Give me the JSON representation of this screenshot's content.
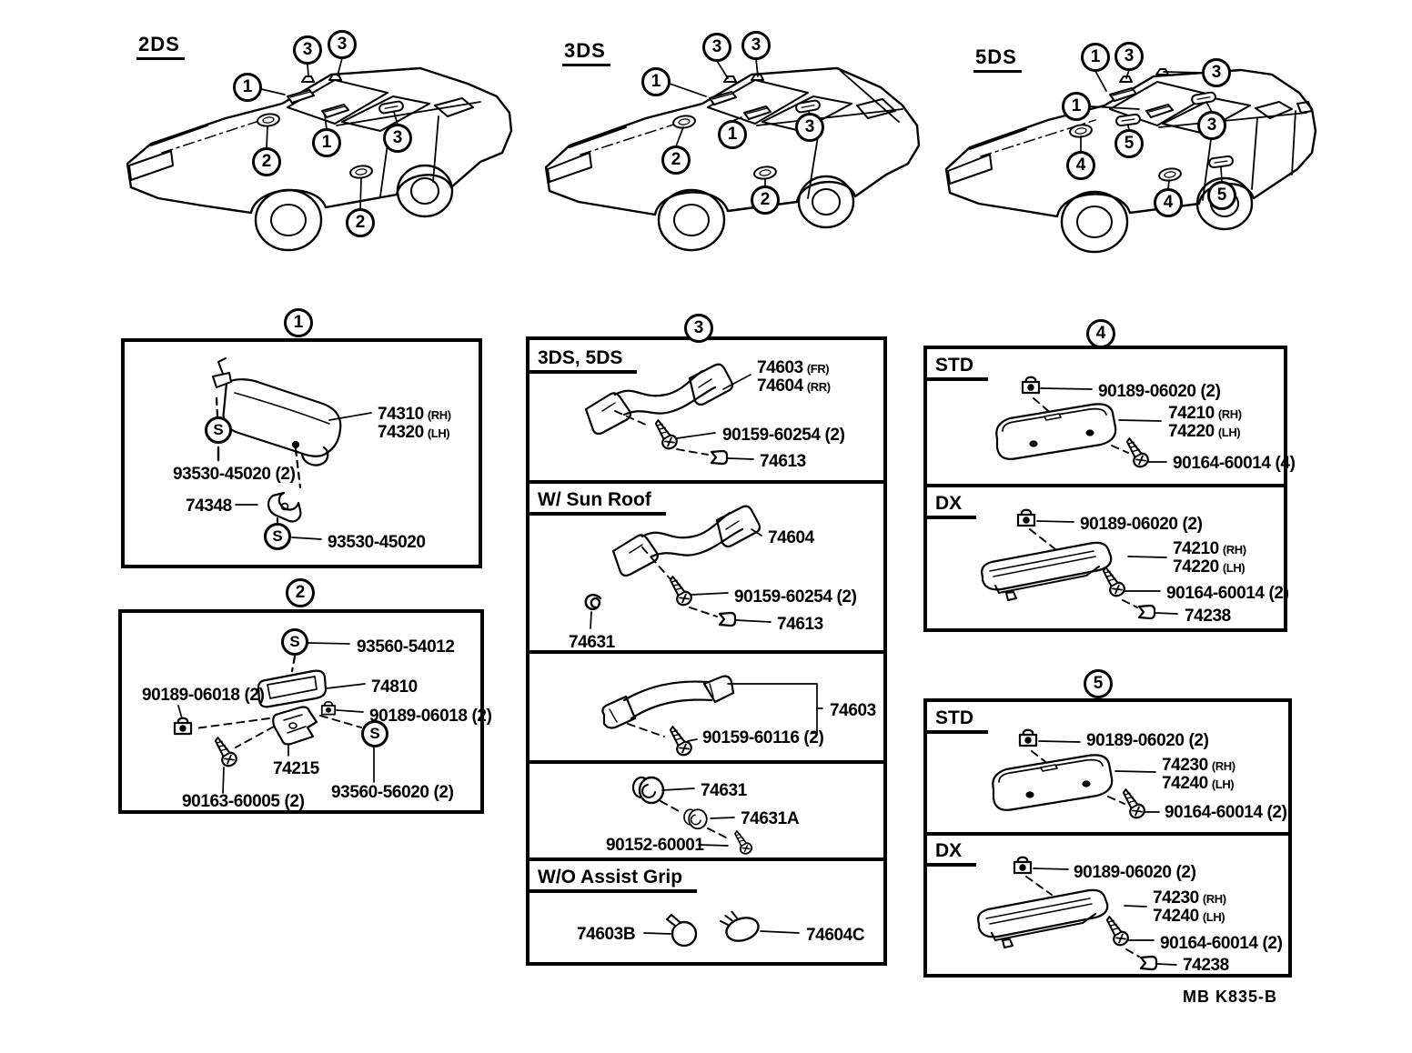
{
  "doc": {
    "footer_code": "MB  K835-B",
    "s_marker": "S"
  },
  "cars": [
    {
      "label": "2DS",
      "callouts": [
        "3",
        "3",
        "1",
        "1",
        "3",
        "2",
        "2"
      ]
    },
    {
      "label": "3DS",
      "callouts": [
        "3",
        "3",
        "1",
        "1",
        "3",
        "2",
        "2"
      ]
    },
    {
      "label": "5DS",
      "callouts": [
        "1",
        "3",
        "3",
        "1",
        "5",
        "3",
        "4",
        "4",
        "5"
      ]
    }
  ],
  "box1": {
    "number": "1",
    "visor_rh": {
      "num": "74310",
      "side": "(RH)"
    },
    "visor_lh": {
      "num": "74320",
      "side": "(LH)"
    },
    "screw_top": "93530-45020 (2)",
    "holder": "74348",
    "screw_bottom": "93530-45020"
  },
  "box2": {
    "number": "2",
    "screw_top": "93560-54012",
    "tray": "74810",
    "clip_left": "90189-06018 (2)",
    "clip_right": "90189-06018 (2)",
    "bracket": "74215",
    "screw_left": "90163-60005 (2)",
    "screw_right": "93560-56020 (2)"
  },
  "box3": {
    "number": "3",
    "sec_a": {
      "header": "3DS, 5DS",
      "grip_fr": {
        "num": "74603",
        "side": "(FR)"
      },
      "grip_rr": {
        "num": "74604",
        "side": "(RR)"
      },
      "screw": "90159-60254 (2)",
      "clip": "74613"
    },
    "sec_b": {
      "header": "W/ Sun Roof",
      "grip": "74604",
      "screw": "90159-60254 (2)",
      "clip": "74613",
      "hook": "74631"
    },
    "sec_c": {
      "strap": "74603",
      "screw": "90159-60116 (2)"
    },
    "sec_d": {
      "plug": "74631",
      "grommet": "74631A",
      "screw": "90152-60001"
    },
    "sec_e": {
      "header": "W/O Assist Grip",
      "plug_front": "74603B",
      "plug_rear": "74604C"
    }
  },
  "box4": {
    "number": "4",
    "std": {
      "header": "STD",
      "clip": "90189-06020 (2)",
      "rh": {
        "num": "74210",
        "side": "(RH)"
      },
      "lh": {
        "num": "74220",
        "side": "(LH)"
      },
      "screw": "90164-60014 (4)"
    },
    "dx": {
      "header": "DX",
      "clip": "90189-06020 (2)",
      "rh": {
        "num": "74210",
        "side": "(RH)"
      },
      "lh": {
        "num": "74220",
        "side": "(LH)"
      },
      "screw": "90164-60014 (2)",
      "cap": "74238"
    }
  },
  "box5": {
    "number": "5",
    "std": {
      "header": "STD",
      "clip": "90189-06020 (2)",
      "rh": {
        "num": "74230",
        "side": "(RH)"
      },
      "lh": {
        "num": "74240",
        "side": "(LH)"
      },
      "screw": "90164-60014 (2)"
    },
    "dx": {
      "header": "DX",
      "clip": "90189-06020 (2)",
      "rh": {
        "num": "74230",
        "side": "(RH)"
      },
      "lh": {
        "num": "74240",
        "side": "(LH)"
      },
      "screw": "90164-60014 (2)",
      "cap": "74238"
    }
  }
}
